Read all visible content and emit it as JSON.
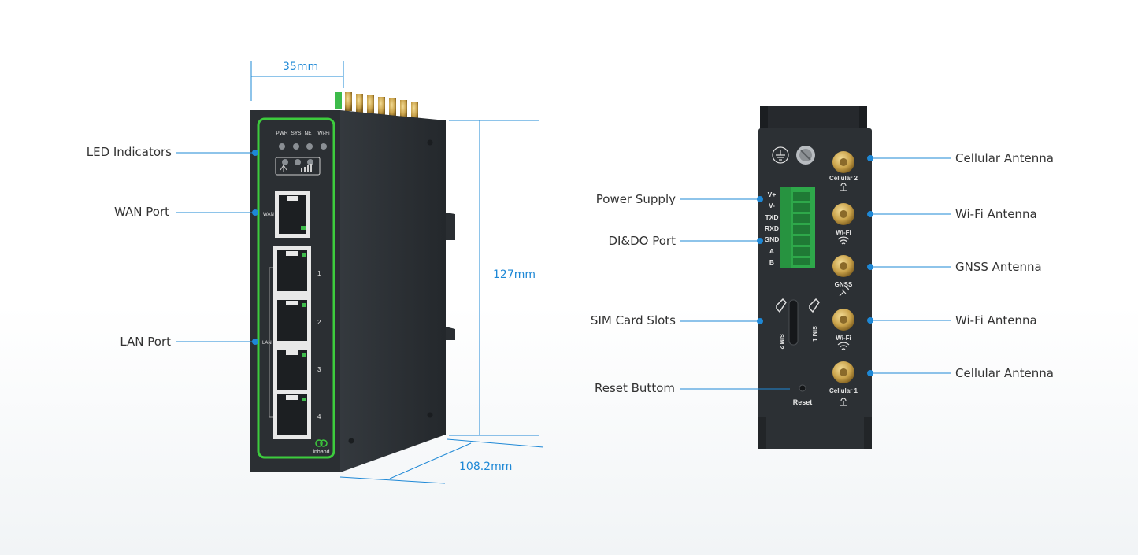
{
  "dimensions": {
    "width": "35mm",
    "height": "127mm",
    "depth": "108.2mm"
  },
  "front_labels": {
    "led_indicators": "LED Indicators",
    "wan_port": "WAN Port",
    "lan_port": "LAN Port"
  },
  "rear_labels": {
    "power_supply": "Power Supply",
    "di_do_port": "DI&DO Port",
    "sim_card_slots": "SIM Card Slots",
    "reset_button": "Reset Buttom",
    "cellular_antenna_top": "Cellular Antenna",
    "wifi_antenna_top": "Wi-Fi Antenna",
    "gnss_antenna": "GNSS Antenna",
    "wifi_antenna_bottom": "Wi-Fi Antenna",
    "cellular_antenna_bottom": "Cellular Antenna"
  },
  "device_front": {
    "led_labels": [
      "PWR",
      "SYS",
      "NET",
      "Wi-Fi"
    ],
    "wan_tag": "WAN",
    "lan_tag": "LAN",
    "port_numbers": [
      "1",
      "2",
      "3",
      "4"
    ],
    "brand": "inhand"
  },
  "device_rear": {
    "terminal_pins": [
      "V+",
      "V-",
      "TXD",
      "RXD",
      "GND",
      "A",
      "B"
    ],
    "connectors": [
      "Cellular 2",
      "Wi-Fi",
      "GNSS",
      "Wi-Fi",
      "Cellular 1"
    ],
    "sim1": "SIM 1",
    "sim2": "SIM 2",
    "reset": "Reset"
  },
  "colors": {
    "accent": "#1e88d6",
    "device_body": "#2b2f33",
    "bezel_green": "#3dcc3d",
    "terminal_green": "#2ea84a",
    "brass": "#c9a24a"
  }
}
